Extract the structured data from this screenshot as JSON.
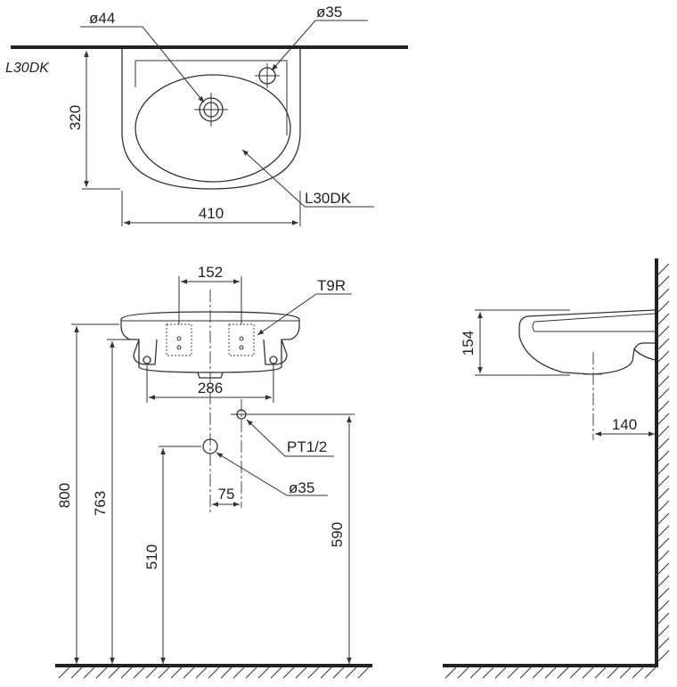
{
  "model": "L30DK",
  "top_view": {
    "model_label": "L30DK",
    "callout_hole_large": "ø44",
    "callout_hole_small": "ø35",
    "dim_depth": "320",
    "dim_width": "410"
  },
  "front_view": {
    "dim_bracket_spacing": "152",
    "bracket_label": "T9R",
    "dim_mount_spacing": "286",
    "supply_label": "PT1/2",
    "drain_label": "ø35",
    "dim_offset": "75",
    "dim_rim_height": "800",
    "dim_underside_height": "763",
    "dim_drain_height": "510",
    "dim_supply_height": "590"
  },
  "side_view": {
    "dim_basin_height": "154",
    "dim_drain_wall": "140"
  }
}
